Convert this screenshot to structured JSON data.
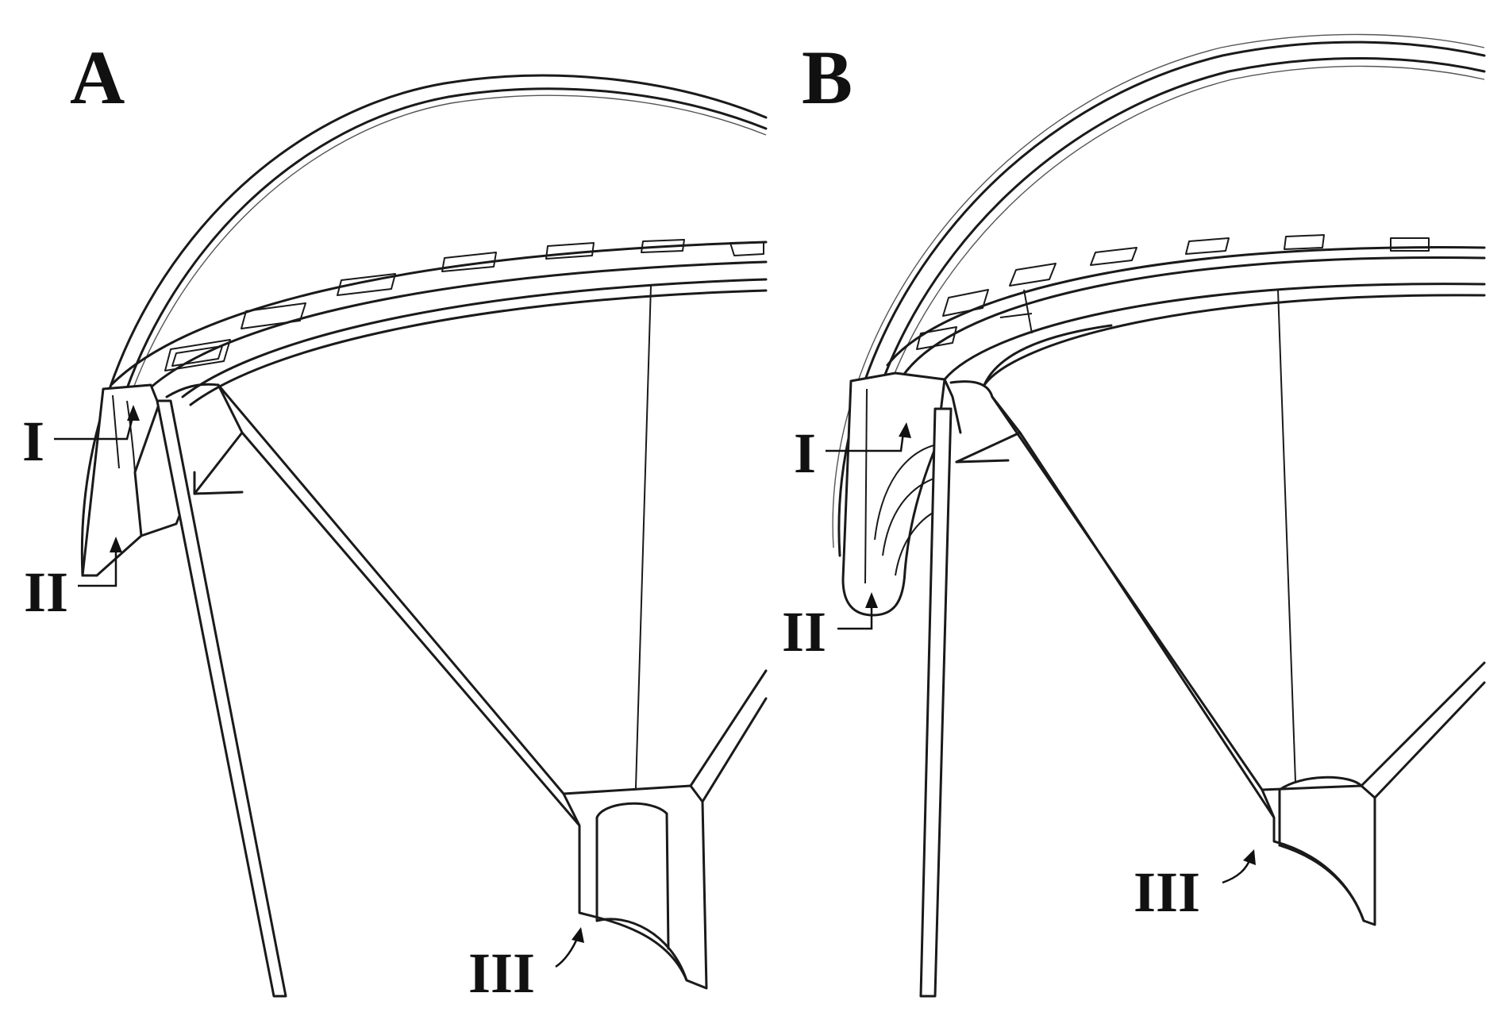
{
  "panels": [
    {
      "letter": "A",
      "callouts": [
        "I",
        "II",
        "III"
      ]
    },
    {
      "letter": "B",
      "callouts": [
        "I",
        "II",
        "III"
      ]
    }
  ]
}
